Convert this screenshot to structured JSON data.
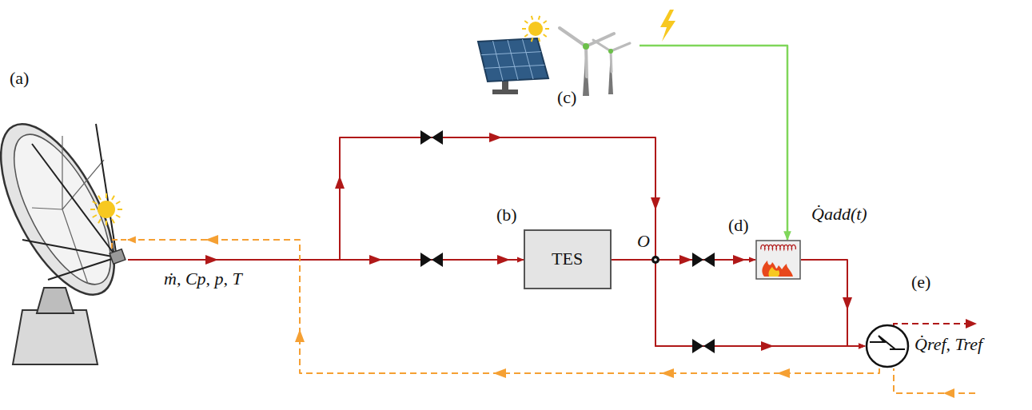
{
  "diagram": {
    "nodes": [
      {
        "text": [
          "(a)"
        ]
      },
      {
        "text": [
          "(c)"
        ]
      },
      {
        "text": [
          "(b)",
          "TES"
        ]
      },
      {
        "text": [
          "(d)",
          "Q̇add(t)"
        ]
      },
      {
        "text": [
          "(e)",
          "Q̇ref, Tref"
        ]
      }
    ],
    "edges": [
      {
        "from": 0,
        "to": 2,
        "arrow": "to"
      },
      {
        "from": 2,
        "to": 3,
        "arrow": "to"
      },
      {
        "from": 2,
        "to": 4,
        "arrow": "to"
      },
      {
        "from": 3,
        "to": 4,
        "arrow": "to"
      },
      {
        "from": 0,
        "to": 4,
        "arrow": "to"
      },
      {
        "from": 4,
        "to": 0,
        "arrow": "to"
      },
      {
        "from": 1,
        "to": 3,
        "arrow": "to"
      }
    ],
    "labels": [
      "ṁ, Cp, p, T",
      "O"
    ]
  }
}
